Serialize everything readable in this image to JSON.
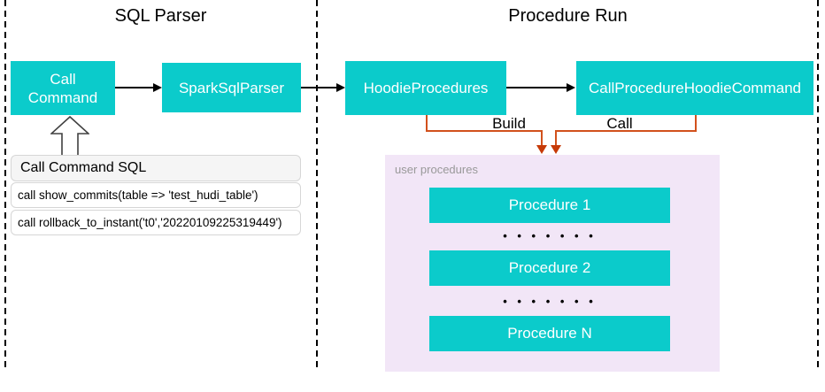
{
  "sections": {
    "sql_parser": {
      "title": "SQL Parser"
    },
    "procedure_run": {
      "title": "Procedure Run"
    }
  },
  "nodes": {
    "call_command": {
      "label": "Call Command"
    },
    "spark_sql_parser": {
      "label": "SparkSqlParser"
    },
    "hoodie_procedures": {
      "label": "HoodieProcedures"
    },
    "call_procedure_hoodie_command": {
      "label": "CallProcedureHoodieCommand"
    }
  },
  "connectors": {
    "build": {
      "label": "Build"
    },
    "call": {
      "label": "Call"
    }
  },
  "sql_panel": {
    "header": "Call Command SQL",
    "rows": [
      "call show_commits(table => 'test_hudi_table')",
      "call rollback_to_instant('t0','20220109225319449')"
    ]
  },
  "user_procedures": {
    "label": "user procedures",
    "items": [
      "Procedure 1",
      "Procedure 2",
      "Procedure N"
    ],
    "ellipsis": "• • • • • • •"
  },
  "colors": {
    "node_fill": "#0bcbcb",
    "node_text": "#ffffff",
    "connector_orange": "#d2511c",
    "arrowhead_red": "#c63a08",
    "procedures_panel_fill": "#f2e6f7",
    "panel_label_gray": "#999999",
    "sql_header_fill": "#f5f5f5",
    "panel_border": "#d6d6d6",
    "line_black": "#000000"
  }
}
